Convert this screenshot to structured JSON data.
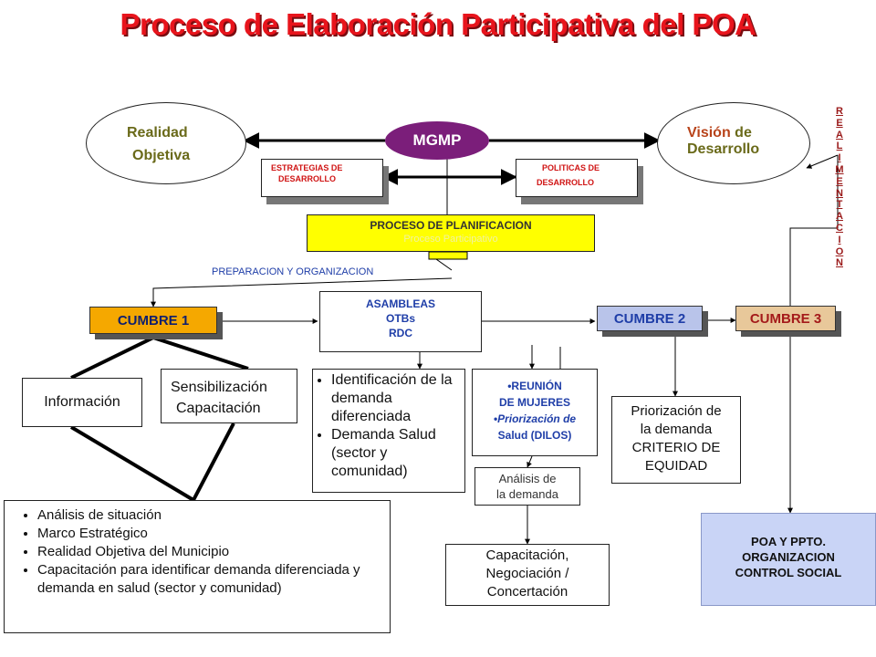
{
  "title": "Proceso de Elaboración Participativa del POA",
  "nodes": {
    "realidad": {
      "line1": "Realidad",
      "line2": "Objetiva"
    },
    "mgmp": "MGMP",
    "vision": {
      "prefix": "Visión",
      "suffix": " de",
      "line2": "Desarrollo"
    },
    "realimentacion": [
      "R",
      "E",
      "A",
      "L",
      "I",
      "M",
      "E",
      "N",
      "T",
      "A",
      "C",
      "I",
      "O",
      "N"
    ],
    "estrategias": {
      "line1": "ESTRATEGIAS DE",
      "line2": "DESARROLLO"
    },
    "politicas": {
      "line1": "POLITICAS DE",
      "line2": "DESARROLLO"
    },
    "proceso": {
      "line1": "PROCESO DE PLANIFICACION",
      "line2": "Proceso Participativo"
    },
    "preparacion": "PREPARACION  Y ORGANIZACION",
    "cumbre1": "CUMBRE 1",
    "asambleas": {
      "line1": "ASAMBLEAS",
      "line2": "OTBs",
      "line3": "RDC"
    },
    "cumbre2": "CUMBRE 2",
    "cumbre3": "CUMBRE 3",
    "informacion": "Información",
    "sensibilizacion": {
      "line1": "Sensibilización",
      "line2": "Capacitación"
    },
    "identificacion": [
      "Identificación de la demanda diferenciada",
      "Demanda Salud (sector y comunidad)"
    ],
    "reunion": {
      "line1": "•REUNIÓN",
      "line2": "DE MUJERES",
      "line3": "•Priorización de",
      "line4": "Salud (DILOS)"
    },
    "priorizacion": {
      "line1": "Priorización de",
      "line2": "la demanda",
      "line3": "CRITERIO DE",
      "line4": "EQUIDAD"
    },
    "analisis_demanda": {
      "line1": "Análisis de",
      "line2": "la demanda"
    },
    "analisis_list": [
      "Análisis de situación",
      "Marco Estratégico",
      "Realidad Objetiva del Municipio",
      "Capacitación para identificar demanda diferenciada y demanda en salud (sector y comunidad)"
    ],
    "capacitacion": {
      "line1": "Capacitación,",
      "line2": "Negociación /",
      "line3": "Concertación"
    },
    "poa": {
      "line1": "POA Y PPTO.",
      "line2": "ORGANIZACION",
      "line3": "CONTROL SOCIAL"
    }
  },
  "colors": {
    "title": "#e8141c",
    "mgmp": "#7b1e7a",
    "cumbre1": "#f5a800",
    "cumbre2": "#b9c4ea",
    "cumbre3": "#e8c89a",
    "proceso": "#ffff00",
    "poa": "#c9d4f6"
  }
}
